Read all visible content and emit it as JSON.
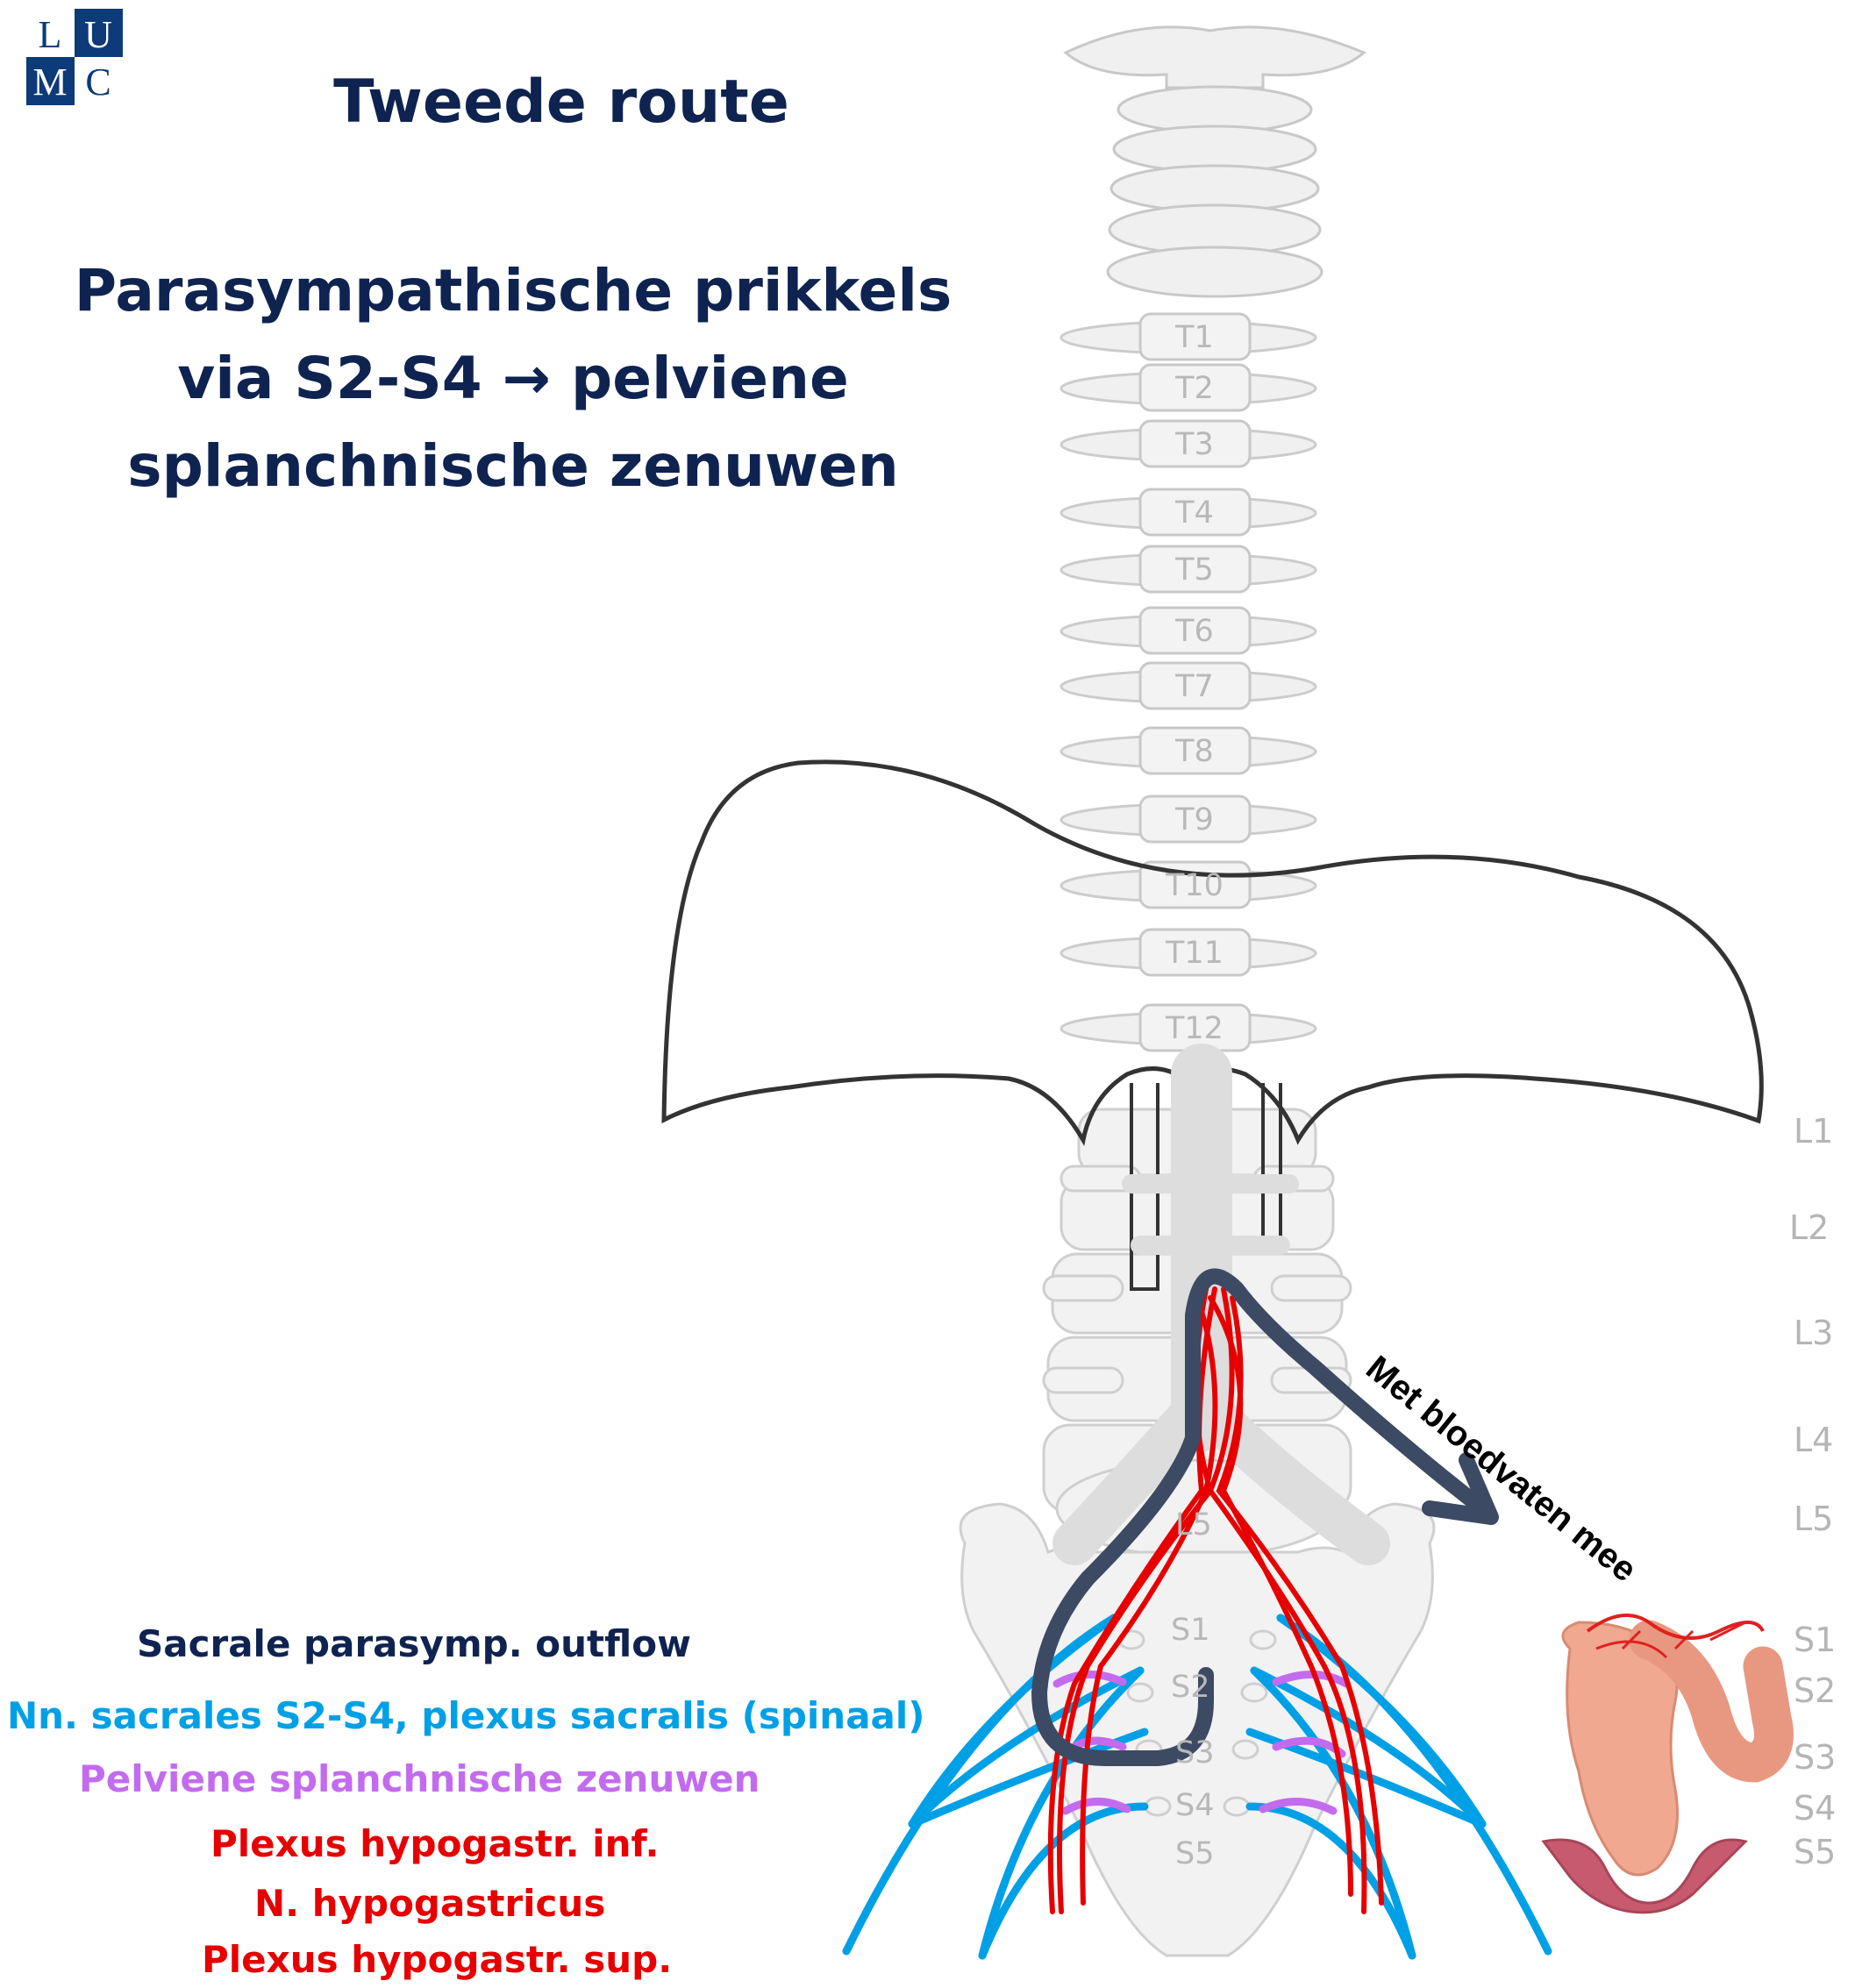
{
  "logo": {
    "letters": [
      "L",
      "U",
      "M",
      "C"
    ]
  },
  "heading": "Tweede route",
  "subheading": [
    "Parasympathische prikkels",
    "via S2-S4 → pelviene",
    "splanchnische zenuwen"
  ],
  "arrow_label": "Met bloedvaten mee",
  "vertebra_labels": [
    "T1",
    "T2",
    "T3",
    "T4",
    "T5",
    "T6",
    "T7",
    "T8",
    "T9",
    "T10",
    "T11",
    "T12"
  ],
  "sacral_labels_spine": [
    "L5",
    "S1",
    "S2",
    "S3",
    "S4",
    "S5"
  ],
  "right_levels": [
    "L1",
    "L2",
    "L3",
    "L4",
    "L5",
    "S1",
    "S2",
    "S3",
    "S4",
    "S5"
  ],
  "legend": [
    {
      "text": "Sacrale parasymp. outflow",
      "color": "#0f2350"
    },
    {
      "text": "Nn. sacrales S2-S4, plexus sacralis (spinaal)",
      "color": "#00a0e6"
    },
    {
      "text": "Pelviene splanchnische zenuwen",
      "color": "#c36bef"
    },
    {
      "text": "Plexus hypogastr. inf.",
      "color": "#e60000"
    },
    {
      "text": "N. hypogastricus",
      "color": "#e60000"
    },
    {
      "text": "Plexus hypogastr. sup.",
      "color": "#e60000"
    }
  ],
  "colors": {
    "title": "#0f2350",
    "route": "#3c4a64",
    "sacral_nerves": "#00a0e6",
    "splanchnic": "#c36bef",
    "plexus": "#e60000",
    "bone": "#efefef"
  }
}
